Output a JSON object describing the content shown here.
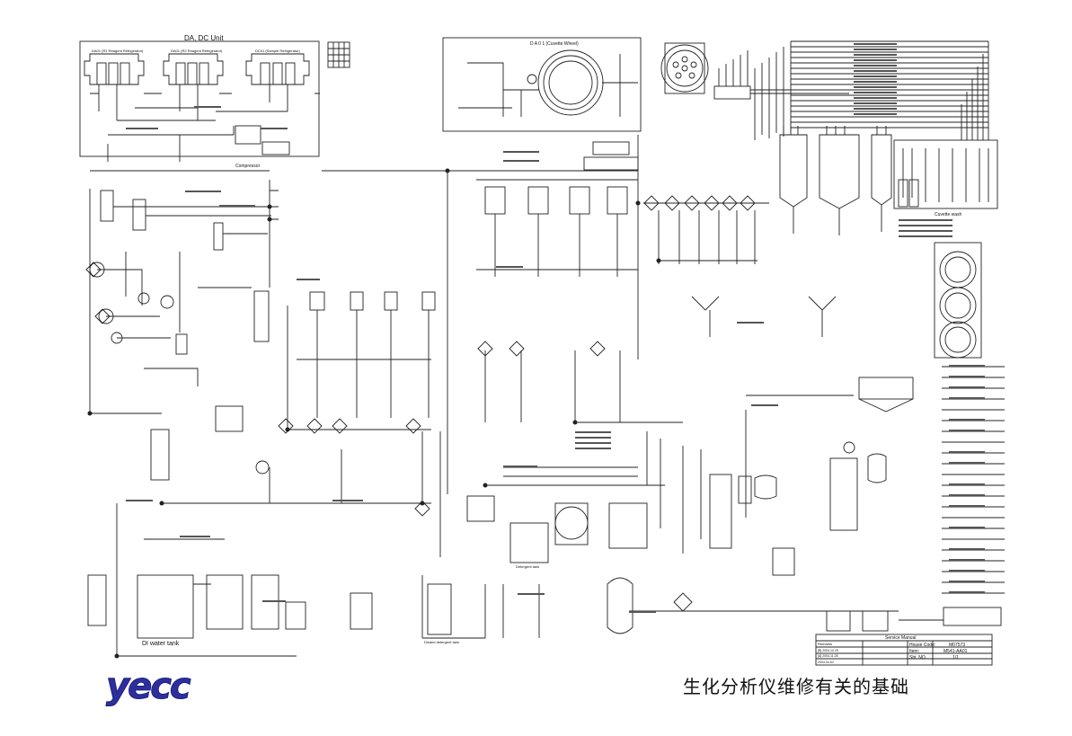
{
  "header": {
    "unit_title": "DA, DC Unit",
    "refrig_labels": [
      "DA01 (R1 Reagent Refrigerator)",
      "DA01 (R2 Reagent Refrigerator)",
      "DC01 (Sample Refrigerator)"
    ],
    "cuvette_wheel": "D A 0 1 (Cuvette Wheel)",
    "compressor": "Compressor",
    "di_water_tank": "DI water tank",
    "detergent_tank": "Detergent tank",
    "distilled_detergent_tank": "Diluted detergent tank",
    "cuvette_wash": "Cuvette wash"
  },
  "title_block": {
    "manual": "Service Manual",
    "remarks_label": "Remarks",
    "issue_rows": [
      "[B]  2004.10.25",
      "[A]  2004.11.25",
      "         2004.04.40"
    ],
    "house_code_label": "House Code:",
    "house_code": "M07573",
    "item_label": "Item:",
    "item": "M541-AA01",
    "sht_label": "Sht. NO.",
    "sht": "1/1"
  },
  "footer": {
    "logo": "yecc",
    "caption": "生化分析仪维修有关的基础"
  },
  "colors": {
    "line": "#222222",
    "logo": "#2c2f9c"
  }
}
